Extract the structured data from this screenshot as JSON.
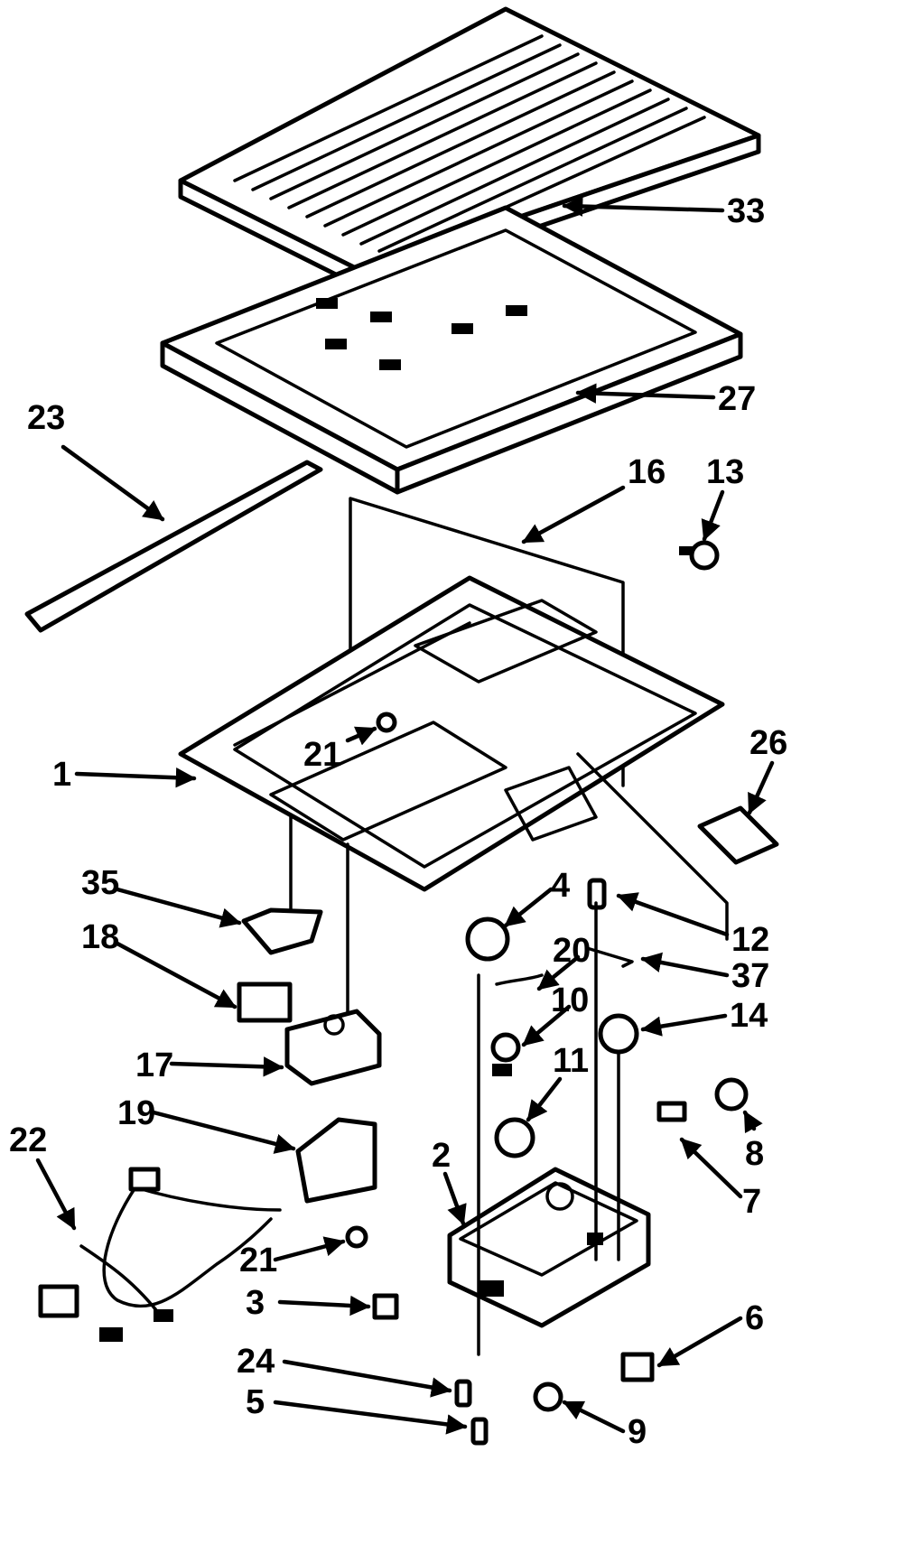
{
  "callouts": {
    "c33": "33",
    "c27": "27",
    "c23": "23",
    "c16": "16",
    "c13": "13",
    "c21a": "21",
    "c1": "1",
    "c26": "26",
    "c35": "35",
    "c4": "4",
    "c12": "12",
    "c18": "18",
    "c20": "20",
    "c37": "37",
    "c10": "10",
    "c14": "14",
    "c17": "17",
    "c11": "11",
    "c19": "19",
    "c8": "8",
    "c22": "22",
    "c2": "2",
    "c7": "7",
    "c21b": "21",
    "c3": "3",
    "c6": "6",
    "c24": "24",
    "c5": "5",
    "c9": "9"
  }
}
